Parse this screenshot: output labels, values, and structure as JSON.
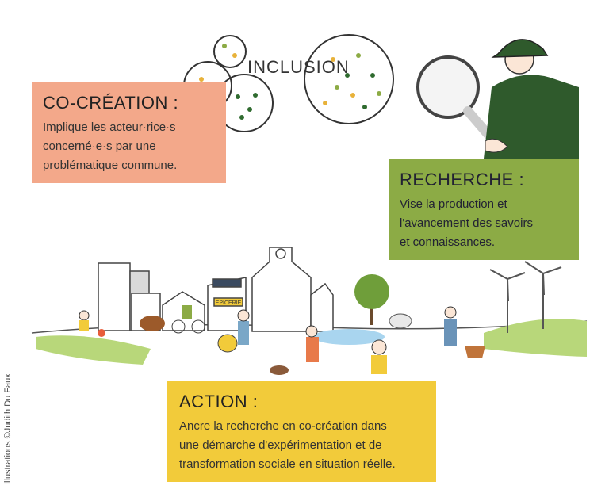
{
  "inclusion": {
    "label": "INCLUSION"
  },
  "cocreation": {
    "title": "CO-CRÉATION :",
    "lines": [
      "Implique les acteur·rice·s",
      "concerné·e·s par une",
      "problématique commune."
    ],
    "color": "#f3a88a"
  },
  "recherche": {
    "title": "RECHERCHE :",
    "lines": [
      "Vise la production et",
      "l'avancement des savoirs",
      "et connaissances."
    ],
    "color": "#8cab45"
  },
  "action": {
    "title": "ACTION :",
    "lines": [
      "Ancre la recherche en co-création dans",
      "une démarche d'expérimentation et de",
      "transformation sociale en situation réelle."
    ],
    "color": "#f2cb3a"
  },
  "scene": {
    "shop_sign": "EPICERIE"
  },
  "credit": "Illustrations ©Judith Du Faux"
}
